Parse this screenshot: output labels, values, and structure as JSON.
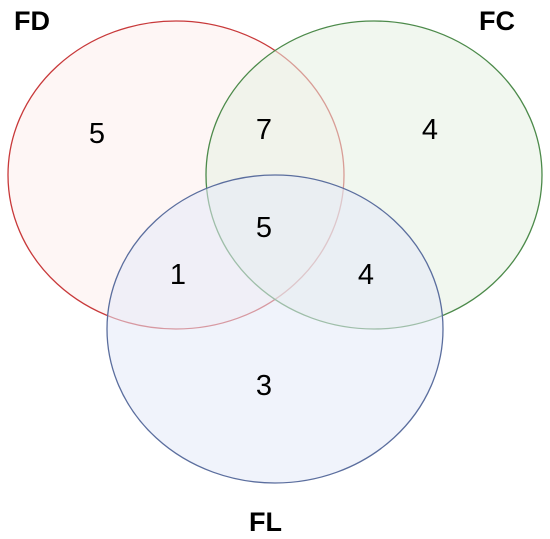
{
  "sets": {
    "fd": {
      "label": "FD",
      "fill": "#fdeeec",
      "stroke": "#c8393a"
    },
    "fc": {
      "label": "FC",
      "fill": "#e6f0e2",
      "stroke": "#4c8a4a"
    },
    "fl": {
      "label": "FL",
      "fill": "#e3e9f8",
      "stroke": "#5b6e9e"
    }
  },
  "regions": {
    "fd_only": "5",
    "fc_only": "4",
    "fl_only": "3",
    "fd_fc": "7",
    "fd_fl": "1",
    "fc_fl": "4",
    "fd_fc_fl": "5"
  }
}
